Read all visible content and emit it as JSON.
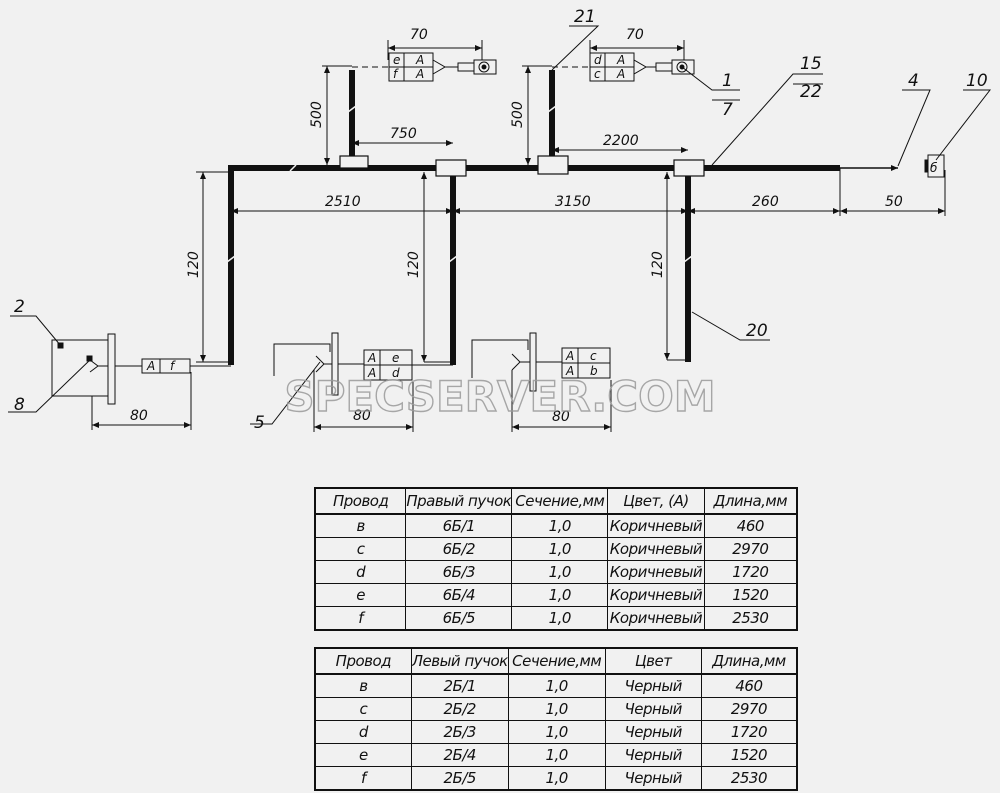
{
  "watermark": "SPECSERVER.COM",
  "callouts": {
    "c1": "1",
    "c2": "2",
    "c4": "4",
    "c5": "5",
    "c7": "7",
    "c8": "8",
    "c10": "10",
    "c15": "15",
    "c20": "20",
    "c21": "21",
    "c22": "22"
  },
  "dims": {
    "d70a": "70",
    "d70b": "70",
    "d500a": "500",
    "d500b": "500",
    "d750": "750",
    "d2200": "2200",
    "d2510": "2510",
    "d3150": "3150",
    "d260": "260",
    "d50": "50",
    "d120a": "120",
    "d120b": "120",
    "d120c": "120",
    "d80a": "80",
    "d80b": "80",
    "d80c": "80"
  },
  "connectors": {
    "top_left": [
      [
        "e",
        "A"
      ],
      [
        "f",
        "A"
      ]
    ],
    "top_right": [
      [
        "d",
        "A"
      ],
      [
        "c",
        "A"
      ]
    ],
    "left": [
      [
        "A",
        "f"
      ]
    ],
    "bottom_mid": [
      [
        "A",
        "e"
      ],
      [
        "A",
        "d"
      ]
    ],
    "bottom_right": [
      [
        "A",
        "c"
      ],
      [
        "A",
        "b"
      ]
    ],
    "terminal": "б"
  },
  "table_right": {
    "headers": [
      "Провод",
      "Правый пучок",
      "Сечение,мм",
      "Цвет, (А)",
      "Длина,мм"
    ],
    "rows": [
      [
        "в",
        "6Б/1",
        "1,0",
        "Коричневый",
        "460"
      ],
      [
        "с",
        "6Б/2",
        "1,0",
        "Коричневый",
        "2970"
      ],
      [
        "d",
        "6Б/3",
        "1,0",
        "Коричневый",
        "1720"
      ],
      [
        "е",
        "6Б/4",
        "1,0",
        "Коричневый",
        "1520"
      ],
      [
        "f",
        "6Б/5",
        "1,0",
        "Коричневый",
        "2530"
      ]
    ]
  },
  "table_left": {
    "headers": [
      "Провод",
      "Левый пучок",
      "Сечение,мм",
      "Цвет",
      "Длина,мм"
    ],
    "rows": [
      [
        "в",
        "2Б/1",
        "1,0",
        "Черный",
        "460"
      ],
      [
        "с",
        "2Б/2",
        "1,0",
        "Черный",
        "2970"
      ],
      [
        "d",
        "2Б/3",
        "1,0",
        "Черный",
        "1720"
      ],
      [
        "е",
        "2Б/4",
        "1,0",
        "Черный",
        "1520"
      ],
      [
        "f",
        "2Б/5",
        "1,0",
        "Черный",
        "2530"
      ]
    ]
  }
}
